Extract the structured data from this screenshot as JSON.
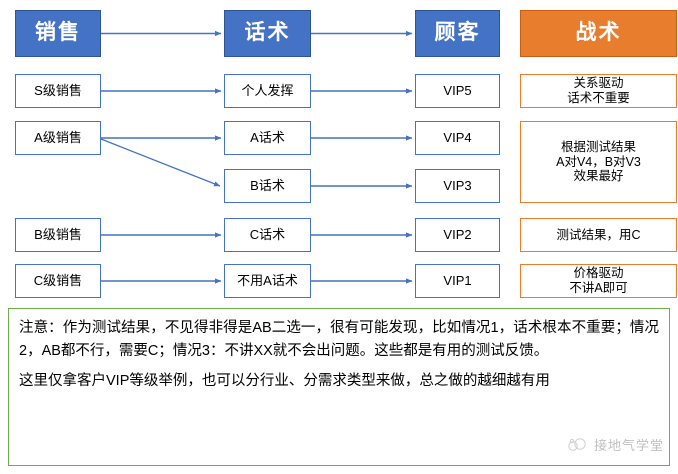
{
  "diagram": {
    "type": "flow-matrix",
    "headers": [
      {
        "label": "销售",
        "style": "blue"
      },
      {
        "label": "话术",
        "style": "blue"
      },
      {
        "label": "顾客",
        "style": "blue"
      },
      {
        "label": "战术",
        "style": "orange"
      }
    ],
    "rows": [
      {
        "sales": "S级销售",
        "script": "个人发挥",
        "client": "VIP5",
        "tactic": "关系驱动\n话术不重要"
      },
      {
        "sales": "A级销售",
        "script": "A话术",
        "client": "VIP4",
        "tactic": "根据测试结果\nA对V4，B对V3\n效果最好"
      },
      {
        "sales": "",
        "script": "B话术",
        "client": "VIP3",
        "tactic": ""
      },
      {
        "sales": "B级销售",
        "script": "C话术",
        "client": "VIP2",
        "tactic": "测试结果，用C"
      },
      {
        "sales": "C级销售",
        "script": "不用A话术",
        "client": "VIP1",
        "tactic": "价格驱动\n不讲A即可"
      }
    ]
  },
  "note": {
    "paragraphs": [
      "注意：作为测试结果，不见得非得是AB二选一，很有可能发现，比如情况1，话术根本不重要；情况2，AB都不行，需要C；情况3：不讲XX就不会出问题。这些都是有用的测试反馈。",
      "这里仅拿客户VIP等级举例，也可以分行业、分需求类型来做，总之做的越细越有用"
    ]
  },
  "watermark": {
    "text": "接地气学堂",
    "icon": "circles-logo-icon"
  },
  "colors": {
    "header_blue": "#4472C4",
    "header_orange": "#E87D2E",
    "box_border_blue": "#4472C4",
    "box_border_orange": "#E87D2E",
    "note_border_green": "#70AD47",
    "arrow_blue": "#4472C4",
    "watermark_gray": "#BFBFBF"
  }
}
